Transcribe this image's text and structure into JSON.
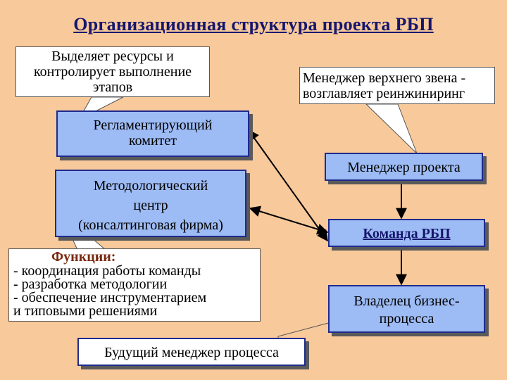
{
  "title": "Организационная структура проекта РБП",
  "callouts": {
    "resources": [
      "Выделяет ресурсы и",
      "контролирует выполнение",
      "этапов"
    ],
    "top_manager": [
      "Менеджер верхнего звена -",
      "возглавляет реинжиниринг"
    ]
  },
  "boxes": {
    "committee": [
      "Регламентирующий",
      "комитет"
    ],
    "method_center": [
      "Методологический",
      "центр",
      "(консалтинговая фирма)"
    ],
    "project_manager": "Менеджер проекта",
    "team": "Команда РБП",
    "owner": [
      "Владелец бизнес-",
      "процесса"
    ],
    "future_manager": "Будущий менеджер процесса"
  },
  "functions": {
    "heading": "Функции:",
    "items": [
      "- координация работы команды",
      "- разработка методологии",
      "- обеспечение инструментарием",
      "и типовыми решениями"
    ]
  },
  "colors": {
    "background": "#F8C99A",
    "box_fill": "#9DBBF4",
    "border": "#1E2A8C",
    "title": "#16166E"
  }
}
